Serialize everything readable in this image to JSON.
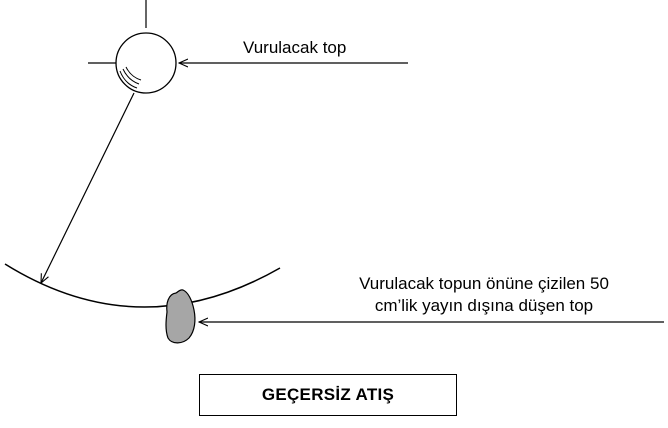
{
  "labels": {
    "target_ball": "Vurulacak top",
    "outside_ball_line1": "Vurulacak topun önüne çizilen 50",
    "outside_ball_line2": "cm’lik yayın dışına düşen top"
  },
  "verdict": "GEÇERSİZ ATIŞ",
  "colors": {
    "stroke": "#000000",
    "ball_fill": "#a6a6a6",
    "background": "#ffffff"
  }
}
